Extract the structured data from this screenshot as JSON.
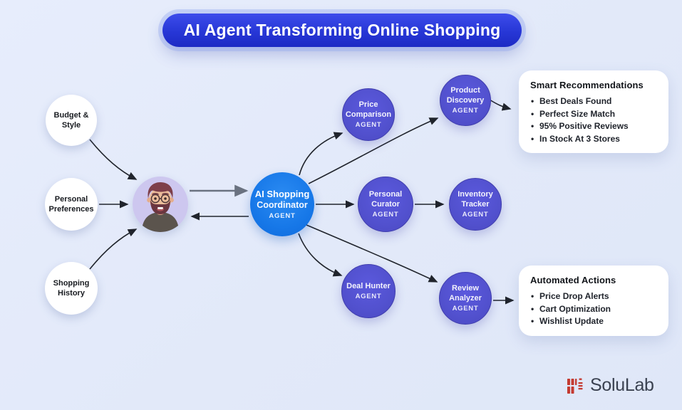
{
  "title": "AI Agent Transforming Online Shopping",
  "inputs": [
    {
      "line1": "Budget &",
      "line2": "Style"
    },
    {
      "line1": "Personal",
      "line2": "Preferences"
    },
    {
      "line1": "Shopping",
      "line2": "History"
    }
  ],
  "coordinator": {
    "line1": "AI Shopping",
    "line2": "Coordinator",
    "line3": "AGENT"
  },
  "agents": {
    "price_comparison": {
      "line1": "Price",
      "line2": "Comparison",
      "line3": "AGENT"
    },
    "personal_curator": {
      "line1": "Personal",
      "line2": "Curator",
      "line3": "AGENT"
    },
    "deal_hunter": {
      "line1": "Deal Hunter",
      "line2": "AGENT"
    },
    "product_discovery": {
      "line1": "Product",
      "line2": "Discovery",
      "line3": "AGENT"
    },
    "inventory_tracker": {
      "line1": "Inventory",
      "line2": "Tracker",
      "line3": "AGENT"
    },
    "review_analyzer": {
      "line1": "Review",
      "line2": "Analyzer",
      "line3": "AGENT"
    }
  },
  "cards": {
    "smart": {
      "title": "Smart Recommendations",
      "items": [
        "Best Deals Found",
        "Perfect Size Match",
        "95% Positive Reviews",
        "In Stock At 3 Stores"
      ]
    },
    "actions": {
      "title": "Automated Actions",
      "items": [
        "Price Drop Alerts",
        "Cart Optimization",
        "Wishlist Update"
      ]
    }
  },
  "logo": {
    "text": "SoluLab"
  },
  "icons": {
    "avatar": "shopper-avatar-icon",
    "logo_mark": "solulab-seal-icon"
  },
  "colors": {
    "background": "#e3eafa",
    "title_bg": "#2737d6",
    "coordinator": "#1778e8",
    "agent": "#5251ce",
    "arrow_dark": "#20242c",
    "arrow_gray": "#6a7280",
    "logo_red": "#c43a31"
  }
}
